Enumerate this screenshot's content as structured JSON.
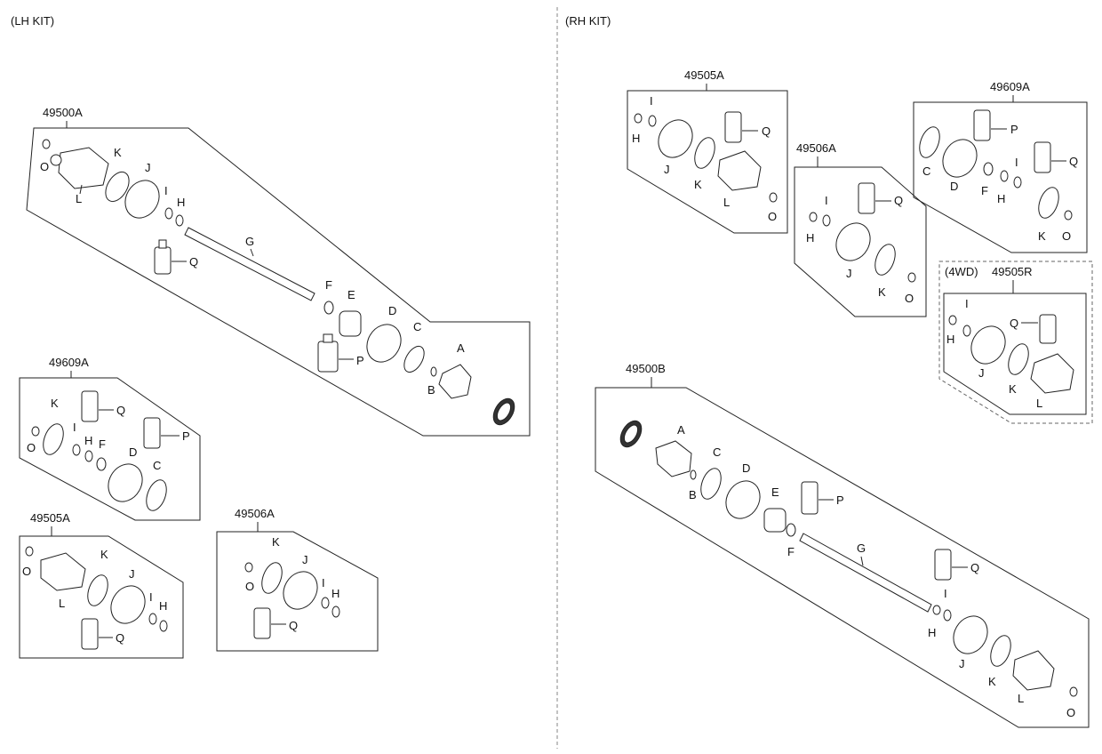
{
  "sections": {
    "lh": "(LH KIT)",
    "rh": "(RH KIT)"
  },
  "kits": {
    "lh_49500A": "49500A",
    "lh_49609A": "49609A",
    "lh_49505A": "49505A",
    "lh_49506A": "49506A",
    "rh_49505A": "49505A",
    "rh_49506A": "49506A",
    "rh_49609A": "49609A",
    "rh_49505R": "49505R",
    "rh_4wd": "(4WD)",
    "rh_49500B": "49500B"
  },
  "letters": {
    "A": "A",
    "B": "B",
    "C": "C",
    "D": "D",
    "E": "E",
    "F": "F",
    "G": "G",
    "H": "H",
    "I": "I",
    "J": "J",
    "K": "K",
    "L": "L",
    "O": "O",
    "P": "P",
    "Q": "Q"
  }
}
